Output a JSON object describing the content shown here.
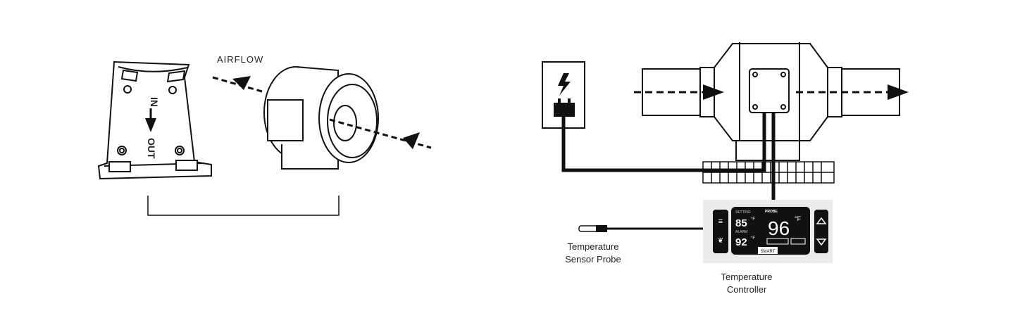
{
  "left": {
    "airflow_label": "AIRFLOW",
    "bracket_in": "IN",
    "bracket_out": "OUT"
  },
  "right": {
    "probe_label_line1": "Temperature",
    "probe_label_line2": "Sensor Probe",
    "controller_label_line1": "Temperature",
    "controller_label_line2": "Controller",
    "display": {
      "setting_label": "SETTING",
      "setting_value": "85",
      "alarm_label": "ALARM",
      "alarm_value": "92",
      "unit_small": "°F",
      "probe_label": "PROBE",
      "probe_value": "96",
      "probe_unit": "°F",
      "mode_label": "SMART"
    }
  }
}
